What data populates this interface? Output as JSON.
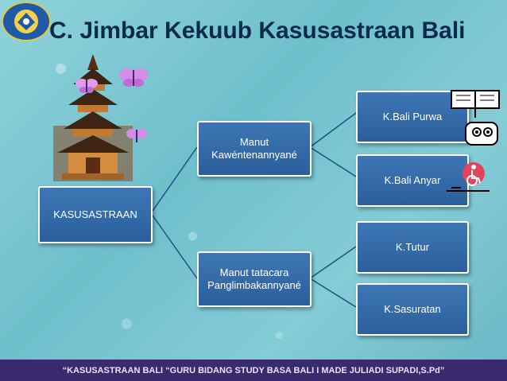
{
  "title": "C. Jimbar Kekuub Kasusastraan Bali",
  "diagram": {
    "root": "KASUSASTRAAN",
    "mid_top_line1": "Manut",
    "mid_top_line2": "Kawéntenannyané",
    "mid_bottom_line1": "Manut tatacara",
    "mid_bottom_line2": "Panglimbakannyané",
    "leaf1": "K.Bali Purwa",
    "leaf2": "K.Bali Anyar",
    "leaf3": "K.Tutur",
    "leaf4": "K.Sasuratan"
  },
  "footer": "“KASUSASTRAAN BALI “GURU BIDANG STUDY BASA BALI I MADE JULIADI SUPADI,S.Pd”",
  "colors": {
    "box": "#2f68a8",
    "title": "#0c2b4a",
    "footer_bg": "#3a2a6e"
  }
}
